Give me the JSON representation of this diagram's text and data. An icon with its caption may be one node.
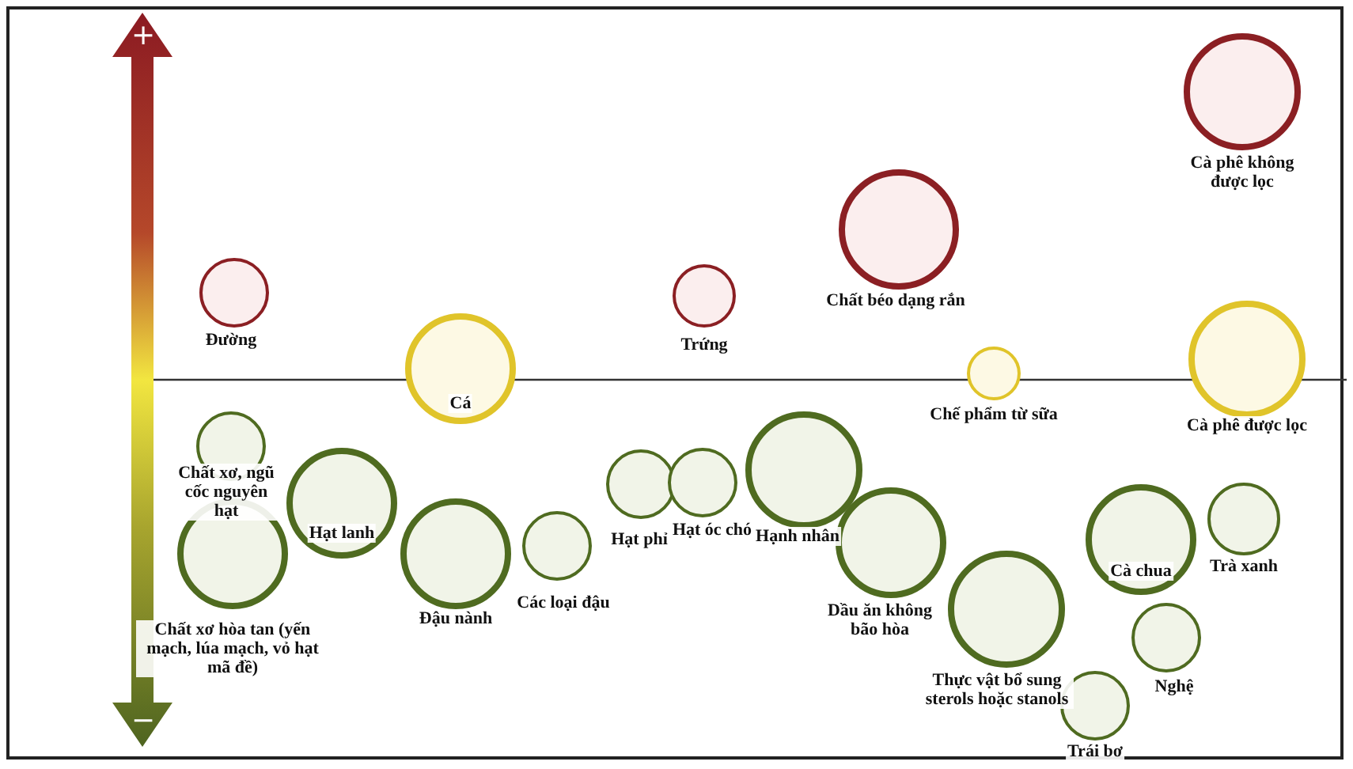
{
  "diagram": {
    "nodes": [
      {
        "text": [
          "Đường"
        ]
      },
      {
        "text": [
          "Cá"
        ]
      },
      {
        "text": [
          "Trứng"
        ]
      },
      {
        "text": [
          "Chất béo dạng rắn"
        ]
      },
      {
        "text": [
          "Cà phê không được lọc"
        ]
      },
      {
        "text": [
          "Chế phẩm từ sữa"
        ]
      },
      {
        "text": [
          "Cà phê được lọc"
        ]
      },
      {
        "text": [
          "Chất xơ, ngũ cốc nguyên hạt"
        ]
      },
      {
        "text": [
          "Hạt lanh"
        ]
      },
      {
        "text": [
          "Chất xơ hòa tan (yến mạch, lúa mạch, vỏ hạt mã đề)"
        ]
      },
      {
        "text": [
          "Đậu nành"
        ]
      },
      {
        "text": [
          "Các loại đậu"
        ]
      },
      {
        "text": [
          "Hạt phỉ"
        ]
      },
      {
        "text": [
          "Hạt óc chó"
        ]
      },
      {
        "text": [
          "Hạnh nhân"
        ]
      },
      {
        "text": [
          "Dầu ăn không bão hòa"
        ]
      },
      {
        "text": [
          "Thực vật bổ sung sterols hoặc stanols"
        ]
      },
      {
        "text": [
          "Cà chua"
        ]
      },
      {
        "text": [
          "Trà xanh"
        ]
      },
      {
        "text": [
          "Nghệ"
        ]
      },
      {
        "text": [
          "Trái bơ"
        ]
      }
    ],
    "edges": [],
    "labels": [
      "+",
      "−"
    ]
  }
}
